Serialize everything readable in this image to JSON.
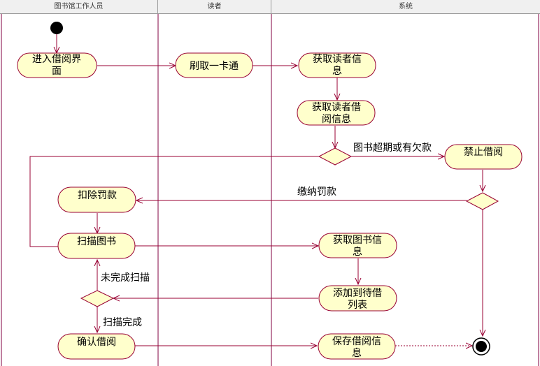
{
  "lanes": {
    "staff": "图书馆工作人员",
    "reader": "读者",
    "system": "系统"
  },
  "activities": {
    "enter_borrow_l1": "进入借阅界",
    "enter_borrow_l2": "面",
    "swipe_card": "刷取一卡通",
    "get_reader_info_l1": "获取读者信",
    "get_reader_info_l2": "息",
    "get_borrow_info_l1": "获取读者借",
    "get_borrow_info_l2": "阅信息",
    "forbid_borrow": "禁止借阅",
    "deduct_fine": "扣除罚款",
    "scan_book": "扫描图书",
    "get_book_info_l1": "获取图书信",
    "get_book_info_l2": "息",
    "add_to_list_l1": "添加到待借",
    "add_to_list_l2": "列表",
    "confirm_borrow": "确认借阅",
    "save_borrow_l1": "保存借阅信",
    "save_borrow_l2": "息"
  },
  "labels": {
    "overdue": "图书超期或有欠款",
    "pay_fine": "缴纳罚款",
    "scan_incomplete": "未完成扫描",
    "scan_complete": "扫描完成"
  },
  "colors": {
    "activity_fill": "#ffffcc",
    "line": "#990033",
    "lane_border": "#800040"
  }
}
